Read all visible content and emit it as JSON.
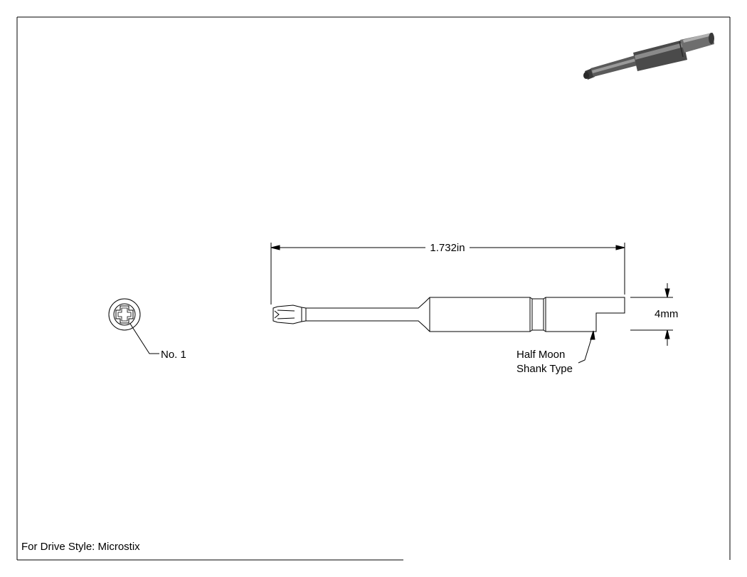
{
  "dimensions": {
    "overall_length": "1.732in",
    "shank_diameter": "4mm"
  },
  "callouts": {
    "tip_size": "No. 1",
    "shank_type_line1": "Half Moon",
    "shank_type_line2": "Shank Type"
  },
  "footer": {
    "drive_style": "For Drive Style: Microstix"
  },
  "colors": {
    "line": "#000000",
    "body_fill": "#ffffff",
    "render_dark": "#3a3a3a",
    "render_mid": "#6e6e6e",
    "render_light": "#9a9a9a"
  }
}
